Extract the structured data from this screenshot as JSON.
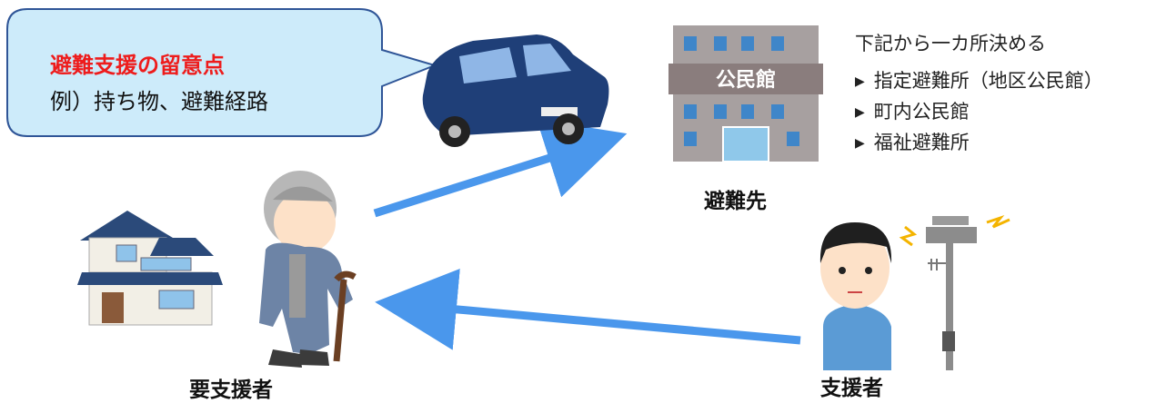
{
  "callout": {
    "title": "避難支援の留意点",
    "body": "例）持ち物、避難経路"
  },
  "destination": {
    "caption": "避難先",
    "building_sign": "公民館",
    "heading": "下記から一カ所決める",
    "options": [
      "指定避難所（地区公民館）",
      "町内公民館",
      "福祉避難所"
    ]
  },
  "people": {
    "needs_support_caption": "要支援者",
    "supporter_caption": "支援者"
  },
  "colors": {
    "callout_fill": "#cdebfa",
    "callout_border": "#2f5597",
    "callout_title": "#ee1c1c",
    "arrow": "#4a97ec",
    "panel": "#d9d9d9",
    "car": "#1f3f78"
  },
  "icons": [
    "house-icon",
    "elderly-person-icon",
    "car-icon",
    "community-center-icon",
    "supporter-icon",
    "loudspeaker-icon"
  ]
}
